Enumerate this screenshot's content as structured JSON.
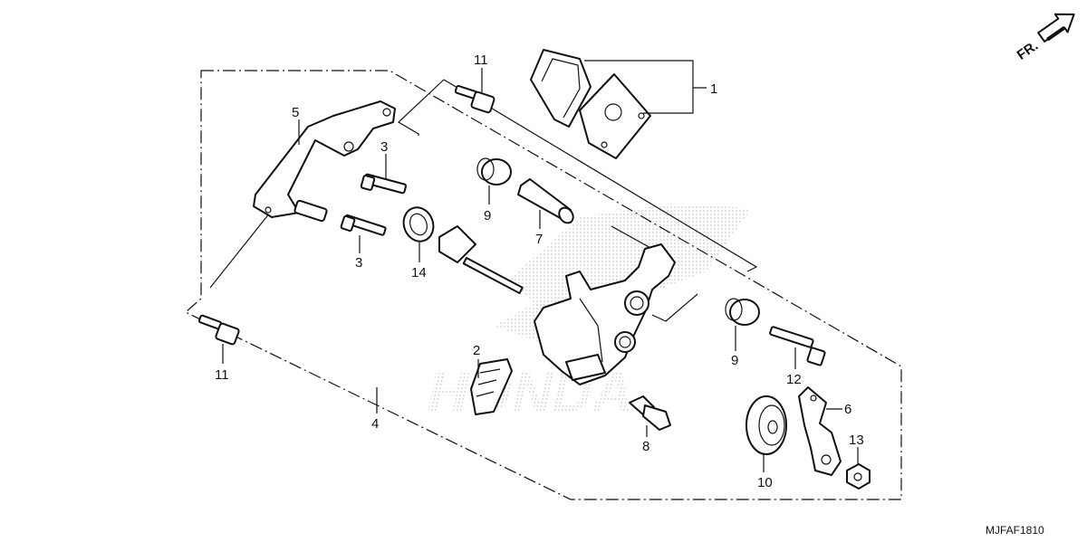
{
  "diagram_code": "MJFAF1810",
  "direction_label": "FR.",
  "watermark": "HONDA",
  "callouts": [
    "1",
    "2",
    "3",
    "3",
    "4",
    "5",
    "6",
    "7",
    "8",
    "9",
    "9",
    "10",
    "11",
    "11",
    "12",
    "13",
    "14"
  ]
}
